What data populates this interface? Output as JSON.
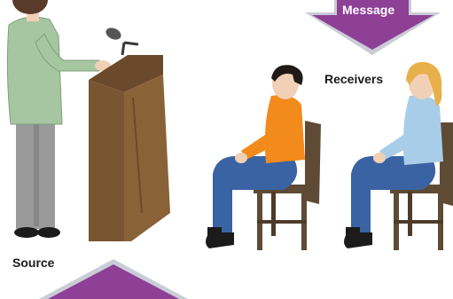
{
  "labels": {
    "message": "Message",
    "receivers": "Receivers",
    "source": "Source"
  },
  "colors": {
    "arrow": "#8e3f96",
    "arrow_rim": "#c9cdd6",
    "podium": "#7a5532",
    "chair": "#5e4a35",
    "speaker_shirt": "#a6c6a2",
    "speaker_pants": "#9a9a9a",
    "receiver1_shirt": "#f28a1c",
    "receiver2_shirt": "#a8cde8",
    "jeans": "#3a63a3",
    "skin": "#f2d0b5",
    "hair_dark": "#1f1a17",
    "hair_blonde": "#e8b04a",
    "shoe": "#1b1b1b"
  },
  "icons": [
    "speaker-figure",
    "podium",
    "microphone-icon",
    "receiver-figure",
    "chair",
    "down-arrow",
    "up-arrow"
  ]
}
